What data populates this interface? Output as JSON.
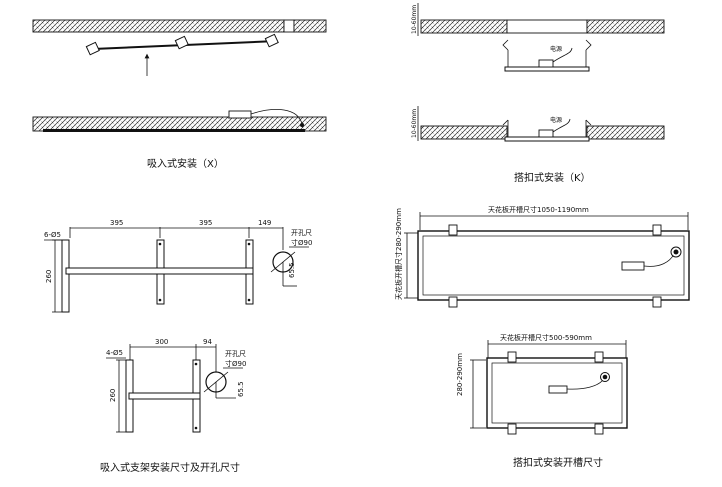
{
  "install_recessed": {
    "caption": "吸入式安装（X）"
  },
  "install_clip": {
    "caption": "搭扣式安装（K）",
    "depth_label": "10-60mm",
    "power_label": "电源"
  },
  "bracket_large": {
    "holes_label": "6-Ø5",
    "span_1": "395",
    "span_2": "395",
    "span_3": "149",
    "height": "260",
    "hole_offset": "65.5",
    "hole_label_1": "开孔尺",
    "hole_label_2": "寸Ø90"
  },
  "bracket_small": {
    "holes_label": "4-Ø5",
    "span_1": "300",
    "span_2": "94",
    "height": "260",
    "hole_offset": "65.5",
    "hole_label_1": "开孔尺",
    "hole_label_2": "寸Ø90",
    "caption": "吸入式支架安装尺寸及开孔尺寸"
  },
  "cutout_large": {
    "width_label": "天花板开槽尺寸1050-1190mm",
    "height_label": "天花板开槽尺寸280-290mm"
  },
  "cutout_small": {
    "width_label": "天花板开槽尺寸500-590mm",
    "height_label": "280-290mm",
    "caption": "搭扣式安装开槽尺寸"
  }
}
